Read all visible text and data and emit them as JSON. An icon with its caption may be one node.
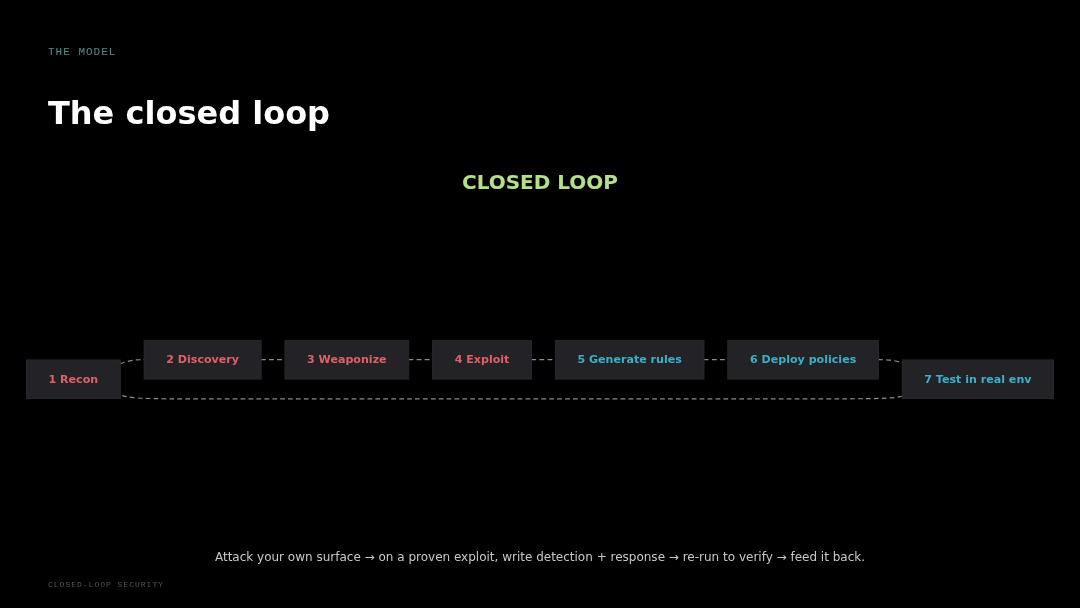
{
  "diagram": {
    "title": "The closed loop",
    "caption": "Attack your own surface → on a proven exploit, write detection + response → re-run to verify → feed it back.",
    "nodes": [
      {
        "text": [
          "1  Recon"
        ]
      },
      {
        "text": [
          "2  Discovery"
        ]
      },
      {
        "text": [
          "3  Weaponize"
        ]
      },
      {
        "text": [
          "4  Exploit"
        ]
      },
      {
        "text": [
          "5  Generate rules"
        ]
      },
      {
        "text": [
          "6  Deploy policies"
        ]
      },
      {
        "text": [
          "7  Test in real env"
        ]
      }
    ],
    "edges": [
      {
        "from": 0,
        "to": 1,
        "arrow": "none",
        "style": "dashed"
      },
      {
        "from": 1,
        "to": 2,
        "arrow": "none",
        "style": "dashed"
      },
      {
        "from": 2,
        "to": 3,
        "arrow": "none",
        "style": "dashed"
      },
      {
        "from": 3,
        "to": 4,
        "arrow": "none",
        "style": "dashed"
      },
      {
        "from": 4,
        "to": 5,
        "arrow": "none",
        "style": "dashed"
      },
      {
        "from": 5,
        "to": 6,
        "arrow": "none",
        "style": "dashed"
      },
      {
        "from": 6,
        "to": 0,
        "arrow": "none",
        "style": "dashed"
      }
    ],
    "labels": [
      "THE MODEL",
      "CLOSED LOOP",
      "CLOSED-LOOP SECURITY"
    ]
  }
}
